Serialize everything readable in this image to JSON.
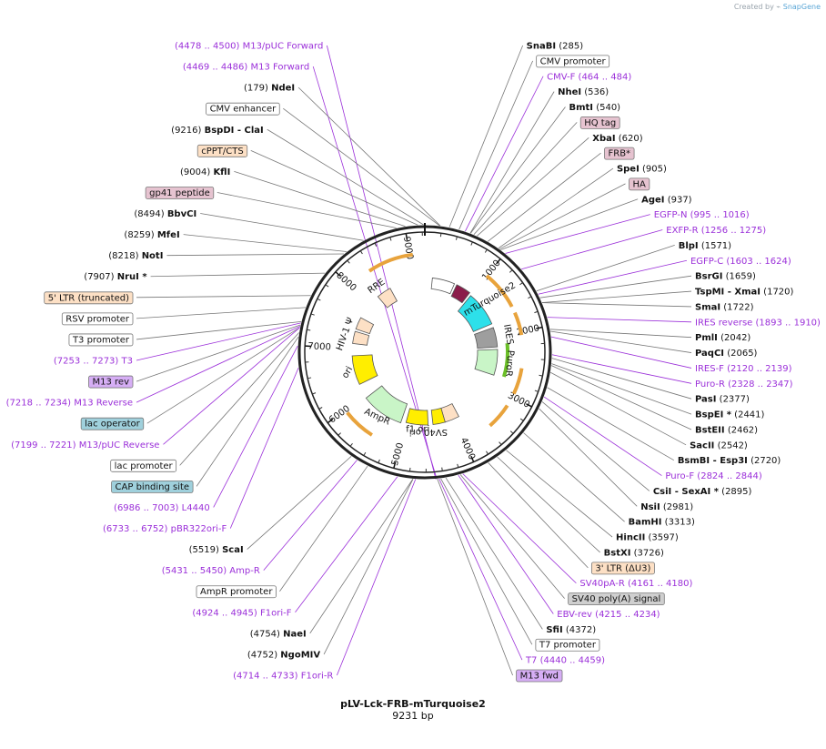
{
  "branding": {
    "created_by": "Created by",
    "app": "SnapGene"
  },
  "plasmid": {
    "name": "pLV-Lck-FRB-mTurquoise2",
    "length": "9231 bp"
  },
  "colors": {
    "primer": "#9b30d9",
    "backbone": "#222222",
    "orange_arc": "#e8a33c",
    "green_arc": "#6bbf28",
    "cyan_feature": "#2de0ea",
    "yellow_feature": "#ffee00",
    "lightgreen_feature": "#c9f5c7",
    "grey_feature": "#9e9e9e",
    "maroon_feature": "#8b1c4a",
    "peach_feature": "#fde0c5"
  },
  "ticks": [
    "1000",
    "2000",
    "3000",
    "4000",
    "5000",
    "6000",
    "7000",
    "8000",
    "9000"
  ],
  "inner_labels": [
    {
      "text": "mTurquoise2"
    },
    {
      "text": "IRES"
    },
    {
      "text": "PuroR"
    },
    {
      "text": "SV40 ori"
    },
    {
      "text": "f1 ori"
    },
    {
      "text": "AmpR"
    },
    {
      "text": "ori"
    },
    {
      "text": "HIV-1 Ψ"
    },
    {
      "text": "RRE"
    }
  ],
  "labels": [
    {
      "kind": "enz",
      "name": "NdeI",
      "pos": "(179)",
      "side": "L",
      "p": 179
    },
    {
      "kind": "enz",
      "name": "SnaBI",
      "pos": "(285)",
      "side": "R",
      "p": 285
    },
    {
      "kind": "box",
      "name": "CMV enhancer",
      "side": "L",
      "p": 170,
      "cls": "white"
    },
    {
      "kind": "box",
      "name": "CMV promoter",
      "side": "R",
      "p": 400,
      "cls": "white"
    },
    {
      "kind": "enz",
      "name": "BspDI  -  ClaI",
      "pos": "(9216)",
      "side": "L",
      "p": 9216
    },
    {
      "kind": "prim",
      "name": "CMV-F",
      "pos": "(464 .. 484)",
      "side": "R",
      "p": 474
    },
    {
      "kind": "box",
      "name": "cPPT/CTS",
      "side": "L",
      "p": 9150,
      "cls": "peach"
    },
    {
      "kind": "enz",
      "name": "NheI",
      "pos": "(536)",
      "side": "R",
      "p": 536
    },
    {
      "kind": "enz",
      "name": "KflI",
      "pos": "(9004)",
      "side": "L",
      "p": 9004
    },
    {
      "kind": "enz",
      "name": "BmtI",
      "pos": "(540)",
      "side": "R",
      "p": 540
    },
    {
      "kind": "box",
      "name": "gp41 peptide",
      "side": "L",
      "p": 8900,
      "cls": "pink"
    },
    {
      "kind": "box",
      "name": "HQ tag",
      "side": "R",
      "p": 580,
      "cls": "pink"
    },
    {
      "kind": "enz",
      "name": "BbvCI",
      "pos": "(8494)",
      "side": "L",
      "p": 8494
    },
    {
      "kind": "enz",
      "name": "XbaI",
      "pos": "(620)",
      "side": "R",
      "p": 620
    },
    {
      "kind": "enz",
      "name": "MfeI",
      "pos": "(8259)",
      "side": "L",
      "p": 8259
    },
    {
      "kind": "box",
      "name": "FRB*",
      "side": "R",
      "p": 760,
      "cls": "pink"
    },
    {
      "kind": "enz",
      "name": "NotI",
      "pos": "(8218)",
      "side": "L",
      "p": 8218
    },
    {
      "kind": "enz",
      "name": "SpeI",
      "pos": "(905)",
      "side": "R",
      "p": 905
    },
    {
      "kind": "enz",
      "name": "NruI *",
      "pos": "(7907)",
      "side": "L",
      "p": 7907
    },
    {
      "kind": "box",
      "name": "HA",
      "side": "R",
      "p": 920,
      "cls": "pink"
    },
    {
      "kind": "enz",
      "name": "AgeI",
      "pos": "(937)",
      "side": "R",
      "p": 937
    },
    {
      "kind": "box",
      "name": "5' LTR (truncated)",
      "side": "L",
      "p": 7600,
      "cls": "peach"
    },
    {
      "kind": "prim",
      "name": "EGFP-N",
      "pos": "(995 .. 1016)",
      "side": "R",
      "p": 1005
    },
    {
      "kind": "box",
      "name": "RSV promoter",
      "side": "L",
      "p": 7450,
      "cls": "white"
    },
    {
      "kind": "prim",
      "name": "EXFP-R",
      "pos": "(1256 .. 1275)",
      "side": "R",
      "p": 1265
    },
    {
      "kind": "box",
      "name": "T3 promoter",
      "side": "L",
      "p": 7280,
      "cls": "white"
    },
    {
      "kind": "enz",
      "name": "BlpI",
      "pos": "(1571)",
      "side": "R",
      "p": 1571
    },
    {
      "kind": "prim",
      "name": "T3",
      "pos": "(7253 .. 7273)",
      "side": "L",
      "p": 7263
    },
    {
      "kind": "prim",
      "name": "EGFP-C",
      "pos": "(1603 .. 1624)",
      "side": "R",
      "p": 1613
    },
    {
      "kind": "box",
      "name": "M13 rev",
      "side": "L",
      "p": 7240,
      "cls": "violet"
    },
    {
      "kind": "enz",
      "name": "BsrGI",
      "pos": "(1659)",
      "side": "R",
      "p": 1659
    },
    {
      "kind": "prim",
      "name": "M13 Reverse",
      "pos": "(7218 .. 7234)",
      "side": "L",
      "p": 7226
    },
    {
      "kind": "enz",
      "name": "TspMI  -  XmaI",
      "pos": "(1720)",
      "side": "R",
      "p": 1720
    },
    {
      "kind": "box",
      "name": "lac operator",
      "side": "L",
      "p": 7210,
      "cls": "teal"
    },
    {
      "kind": "enz",
      "name": "SmaI",
      "pos": "(1722)",
      "side": "R",
      "p": 1722
    },
    {
      "kind": "prim",
      "name": "M13/pUC Reverse",
      "pos": "(7199 .. 7221)",
      "side": "L",
      "p": 7210
    },
    {
      "kind": "prim",
      "name": "IRES reverse",
      "pos": "(1893 .. 1910)",
      "side": "R",
      "p": 1900
    },
    {
      "kind": "box",
      "name": "lac promoter",
      "side": "L",
      "p": 7150,
      "cls": "white"
    },
    {
      "kind": "enz",
      "name": "PmlI",
      "pos": "(2042)",
      "side": "R",
      "p": 2042
    },
    {
      "kind": "box",
      "name": "CAP binding site",
      "side": "L",
      "p": 7100,
      "cls": "teal"
    },
    {
      "kind": "enz",
      "name": "PaqCI",
      "pos": "(2065)",
      "side": "R",
      "p": 2065
    },
    {
      "kind": "prim",
      "name": "L4440",
      "pos": "(6986 .. 7003)",
      "side": "L",
      "p": 6995
    },
    {
      "kind": "prim",
      "name": "IRES-F",
      "pos": "(2120 .. 2139)",
      "side": "R",
      "p": 2130
    },
    {
      "kind": "prim",
      "name": "pBR322ori-F",
      "pos": "(6733 .. 6752)",
      "side": "L",
      "p": 6742
    },
    {
      "kind": "prim",
      "name": "Puro-R",
      "pos": "(2328 .. 2347)",
      "side": "R",
      "p": 2337
    },
    {
      "kind": "enz",
      "name": "PasI",
      "pos": "(2377)",
      "side": "R",
      "p": 2377
    },
    {
      "kind": "enz",
      "name": "BspEI *",
      "pos": "(2441)",
      "side": "R",
      "p": 2441
    },
    {
      "kind": "enz",
      "name": "BstEII",
      "pos": "(2462)",
      "side": "R",
      "p": 2462
    },
    {
      "kind": "enz",
      "name": "SacII",
      "pos": "(2542)",
      "side": "R",
      "p": 2542
    },
    {
      "kind": "enz",
      "name": "BsmBI  -  Esp3I",
      "pos": "(2720)",
      "side": "R",
      "p": 2720
    },
    {
      "kind": "prim",
      "name": "Puro-F",
      "pos": "(2824 .. 2844)",
      "side": "R",
      "p": 2834
    },
    {
      "kind": "enz",
      "name": "CsiI  -  SexAI *",
      "pos": "(2895)",
      "side": "R",
      "p": 2895
    },
    {
      "kind": "enz",
      "name": "NsiI",
      "pos": "(2981)",
      "side": "R",
      "p": 2981
    },
    {
      "kind": "enz",
      "name": "BamHI",
      "pos": "(3313)",
      "side": "R",
      "p": 3313
    },
    {
      "kind": "enz",
      "name": "HincII",
      "pos": "(3597)",
      "side": "R",
      "p": 3597
    },
    {
      "kind": "enz",
      "name": "BstXI",
      "pos": "(3726)",
      "side": "R",
      "p": 3726
    },
    {
      "kind": "box",
      "name": "3' LTR (ΔU3)",
      "side": "R",
      "p": 3850,
      "cls": "peach"
    },
    {
      "kind": "prim",
      "name": "SV40pA-R",
      "pos": "(4161 .. 4180)",
      "side": "R",
      "p": 4170
    },
    {
      "kind": "box",
      "name": "SV40 poly(A) signal",
      "side": "R",
      "p": 4200,
      "cls": "grey"
    },
    {
      "kind": "prim",
      "name": "EBV-rev",
      "pos": "(4215 .. 4234)",
      "side": "R",
      "p": 4225
    },
    {
      "kind": "enz",
      "name": "SfiI",
      "pos": "(4372)",
      "side": "R",
      "p": 4372
    },
    {
      "kind": "box",
      "name": "T7 promoter",
      "side": "R",
      "p": 4430,
      "cls": "white"
    },
    {
      "kind": "prim",
      "name": "T7",
      "pos": "(4440 .. 4459)",
      "side": "R",
      "p": 4450
    },
    {
      "kind": "box",
      "name": "M13 fwd",
      "side": "R",
      "p": 4470,
      "cls": "violet"
    },
    {
      "kind": "enz",
      "name": "ScaI",
      "pos": "(5519)",
      "side": "L",
      "p": 5519
    },
    {
      "kind": "prim",
      "name": "Amp-R",
      "pos": "(5431 .. 5450)",
      "side": "L",
      "p": 5440
    },
    {
      "kind": "box",
      "name": "AmpR promoter",
      "side": "L",
      "p": 5300,
      "cls": "white"
    },
    {
      "kind": "prim",
      "name": "F1ori-F",
      "pos": "(4924 .. 4945)",
      "side": "L",
      "p": 4934
    },
    {
      "kind": "enz",
      "name": "NaeI",
      "pos": "(4754)",
      "side": "L",
      "p": 4754
    },
    {
      "kind": "enz",
      "name": "NgoMIV",
      "pos": "(4752)",
      "side": "L",
      "p": 4752
    },
    {
      "kind": "prim",
      "name": "F1ori-R",
      "pos": "(4714 .. 4733)",
      "side": "L",
      "p": 4723
    },
    {
      "kind": "prim",
      "name": "M13/pUC Forward",
      "pos": "(4478 .. 4500)",
      "side": "L",
      "p": 4489
    },
    {
      "kind": "prim",
      "name": "M13 Forward",
      "pos": "(4469 .. 4486)",
      "side": "L",
      "p": 4477
    }
  ]
}
